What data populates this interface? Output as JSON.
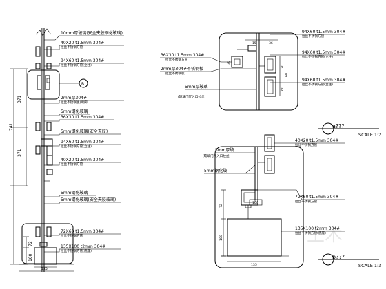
{
  "left_elevation": {
    "labels": [
      {
        "main": "10mm厚玻璃(安全夹胶钢化玻璃)",
        "sub": ""
      },
      {
        "main": "40X20 t1.5mm 304#",
        "sub": "拉丝不锈钢方管"
      },
      {
        "main": "94X60 t1.5mm 304#",
        "sub": "拉丝不锈钢方管(立柱)"
      },
      {
        "main": "2mm厚304#",
        "sub": "拉丝不锈钢板(踢脚)"
      },
      {
        "main": "5mm钢化玻璃",
        "sub": ""
      },
      {
        "main": "36X30 t1.5mm 304#",
        "sub": ""
      },
      {
        "main": "5mm钢化玻璃(安全夹胶)",
        "sub": ""
      },
      {
        "main": "94X60 t1.5mm 304#",
        "sub": "拉丝不锈钢方管(立柱)"
      },
      {
        "main": "40X20 t1.5mm 304#",
        "sub": "拉丝不锈钢方管"
      },
      {
        "main": "5mm钢化玻璃",
        "sub": ""
      },
      {
        "main": "5mm钢化玻璃(安全夹胶玻璃)",
        "sub": ""
      },
      {
        "main": "72X60 t1.5mm 304#",
        "sub": "拉丝不锈钢方管"
      },
      {
        "main": "135X100 t2mm 304#",
        "sub": "拉丝不锈钢方管(底座)"
      }
    ],
    "dims": {
      "d1": "371",
      "d2": "741",
      "d3": "371",
      "d4": "72",
      "d5": "100",
      "d6": "135"
    },
    "callout": "B"
  },
  "detail_a": {
    "labels_left": [
      {
        "main": "36X30 t1.5mm 304#",
        "sub": "拉丝不锈钢方管"
      },
      {
        "main": "2mm厚304#不锈钢板",
        "sub": "拉丝不锈钢板"
      },
      {
        "main": "5mm厚玻璃",
        "sub": "(玻璃门厅入口拉丝)"
      }
    ],
    "labels_right": [
      {
        "main": "94X60 t1.5mm 304#",
        "sub": "拉丝不锈钢方管"
      },
      {
        "main": "94X60 t1.5mm 304#",
        "sub": "拉丝不锈钢方管(立柱)"
      },
      {
        "main": "94X60 t1.5mm 304#",
        "sub": "拉丝不锈钢方管(立柱)"
      }
    ],
    "dims": {
      "a": "15",
      "b": "36",
      "c": "30",
      "d": "20",
      "e": "60",
      "f": "60"
    },
    "title": "a???",
    "scale": "SCALE 1:2"
  },
  "detail_b": {
    "labels_left": [
      {
        "main": "5mm厚玻",
        "sub": "(玻璃门厅入口拉丝)"
      },
      {
        "main": "5mm钢化玻",
        "sub": ""
      }
    ],
    "labels_right": [
      {
        "main": "40X20 t1.5mm 304#",
        "sub": "拉丝不锈钢方管"
      },
      {
        "main": "72X60 t1.5mm 304#",
        "sub": "拉丝不锈钢方管"
      },
      {
        "main": "135X100 t2mm 304#",
        "sub": "拉丝不锈钢方管(底座)"
      }
    ],
    "dims": {
      "a": "72",
      "b": "100",
      "c": "135",
      "d": "100"
    },
    "title": "b???",
    "scale": "SCALE 1:3"
  }
}
